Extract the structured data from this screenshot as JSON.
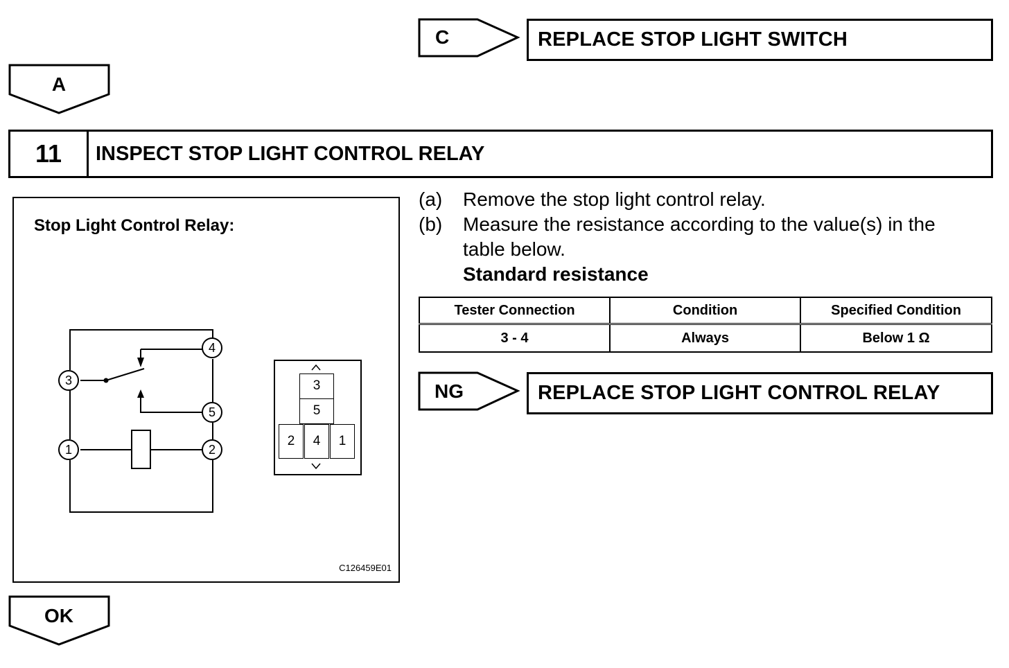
{
  "flow_c": {
    "label": "C",
    "action": "REPLACE STOP LIGHT SWITCH"
  },
  "flow_a": {
    "label": "A"
  },
  "step": {
    "number": "11",
    "title": "INSPECT STOP LIGHT CONTROL RELAY"
  },
  "figure": {
    "title": "Stop Light Control Relay:",
    "code": "C126459E01",
    "schematic_terminals": [
      "3",
      "4",
      "5",
      "1",
      "2"
    ],
    "connector_pins": [
      "3",
      "5",
      "2",
      "4",
      "1"
    ]
  },
  "instructions": [
    {
      "label": "(a)",
      "lines": [
        "Remove the stop light control relay."
      ]
    },
    {
      "label": "(b)",
      "lines": [
        "Measure the resistance according to the value(s) in the",
        "table below."
      ]
    }
  ],
  "standard_heading": "Standard resistance",
  "table": {
    "headers": [
      "Tester Connection",
      "Condition",
      "Specified Condition"
    ],
    "rows": [
      [
        "3 - 4",
        "Always",
        "Below 1 Ω"
      ]
    ]
  },
  "flow_ng": {
    "label": "NG",
    "action": "REPLACE STOP LIGHT CONTROL RELAY"
  },
  "flow_ok": {
    "label": "OK"
  }
}
